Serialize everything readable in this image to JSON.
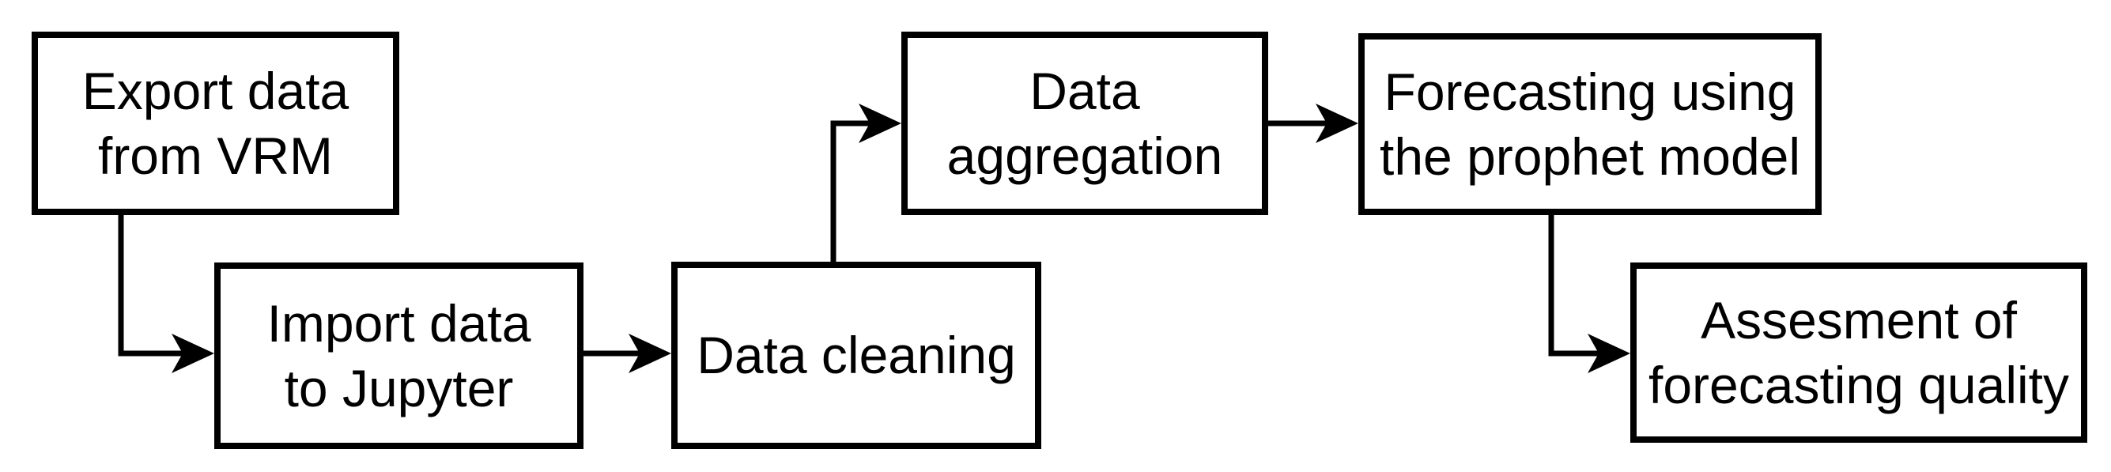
{
  "diagram": {
    "type": "flowchart",
    "colors": {
      "background": "#ffffff",
      "box_border": "#000000",
      "box_fill": "#ffffff",
      "text": "#000000"
    },
    "nodes": [
      {
        "id": "export-data",
        "label": "Export data\nfrom VRM"
      },
      {
        "id": "import-data",
        "label": "Import data\nto Jupyter"
      },
      {
        "id": "data-cleaning",
        "label": "Data cleaning"
      },
      {
        "id": "data-aggregation",
        "label": "Data\naggregation"
      },
      {
        "id": "forecasting",
        "label": "Forecasting using\nthe prophet model"
      },
      {
        "id": "assessment",
        "label": "Assesment of\nforecasting quality"
      }
    ],
    "edges": [
      {
        "from": "export-data",
        "to": "import-data"
      },
      {
        "from": "import-data",
        "to": "data-cleaning"
      },
      {
        "from": "data-cleaning",
        "to": "data-aggregation"
      },
      {
        "from": "data-aggregation",
        "to": "forecasting"
      },
      {
        "from": "forecasting",
        "to": "assessment"
      }
    ]
  }
}
